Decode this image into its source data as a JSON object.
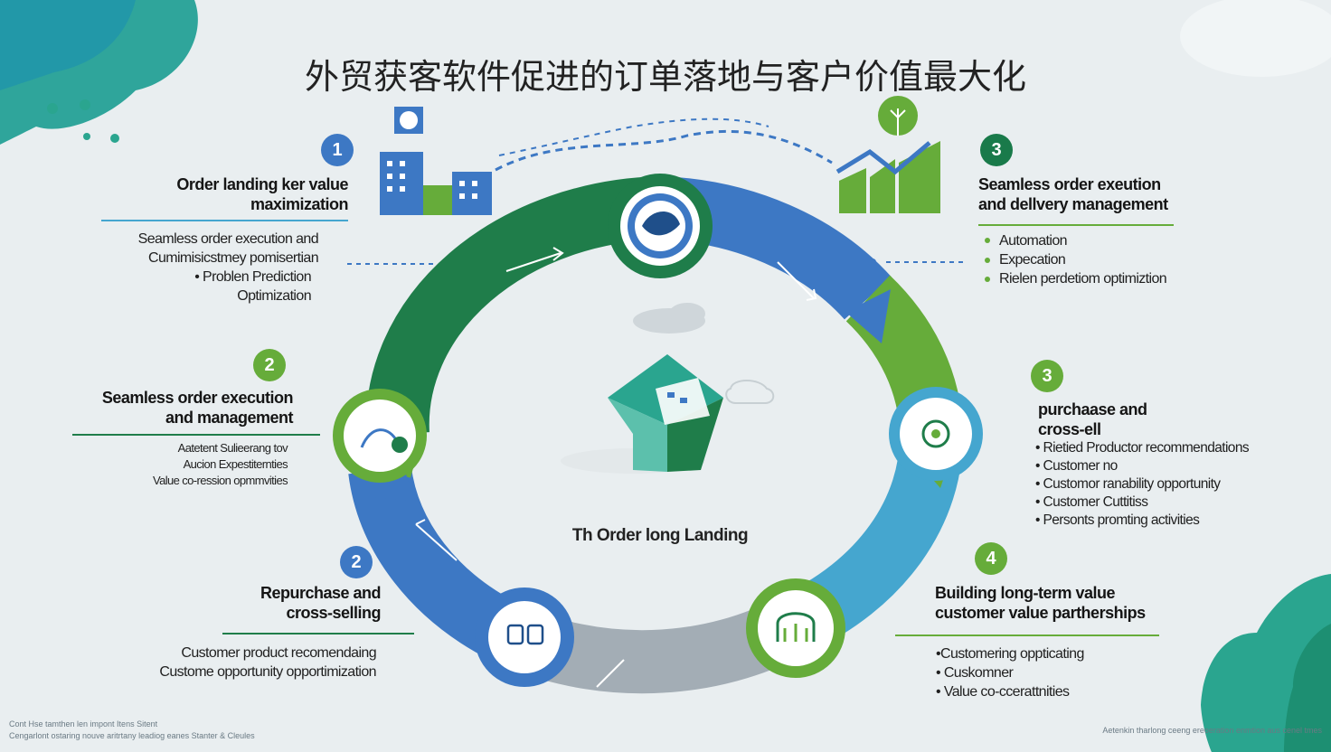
{
  "title": "外贸获客软件促进的订单落地与客户价值最大化",
  "center_label": "Th Order long Landing",
  "colors": {
    "blue": "#3d78c4",
    "green": "#66ac3a",
    "dark_green": "#197a4a",
    "light_blue": "#45a6cf",
    "gray": "#9ea8b0"
  },
  "sections": {
    "top_left": {
      "number": "1",
      "heading": [
        "Order landing ker value",
        "maximization"
      ],
      "bullets": [
        "Seamless order execution and",
        "Cumimisicstmey pomisertian",
        "• Problen Prediction",
        "Optimization"
      ]
    },
    "mid_left": {
      "number": "2",
      "heading": [
        "Seamless order execution",
        "and management"
      ],
      "bullets": [
        "Aatetent Sulieerang tov",
        "Aucion Expestiternties",
        "Value co-ression opmmvities"
      ]
    },
    "bottom_left": {
      "number": "2",
      "heading": [
        "Repurchase and",
        "cross-selling"
      ],
      "bullets": [
        "Customer product recomendaing",
        "Custome opportunity opportimization"
      ]
    },
    "top_right": {
      "number": "3",
      "heading": [
        "Seamless order exeution",
        "and dellvery management"
      ],
      "bullets": [
        "Automation",
        "Expecation",
        "Rielen perdetiom optimiztion"
      ]
    },
    "mid_right": {
      "number": "3",
      "heading": [
        "purchaase and",
        "cross-ell"
      ],
      "bullets": [
        "• Rietied Productor recommendations",
        "• Customer no",
        "• Customor ranability opportunity",
        "• Customer Cuttitiss",
        "• Personts promting activities"
      ]
    },
    "bottom_right": {
      "number": "4",
      "heading": [
        "Building long-term value",
        "customer value partherships"
      ],
      "bullets": [
        "•Customering oppticating",
        "• Cuskomner",
        "• Value co-ccerattnities"
      ]
    }
  },
  "footer": {
    "left": [
      "Cont  Hse tamthen len impont Itens Sitent",
      "Cengarlont ostaring nouve aritrtany leadiog eanes Stanter & Cleules"
    ],
    "right": "Aetenkin tharlong ceeng ereoeration enmtion aus cenel tmes"
  },
  "icons": [
    "cycle-ring-icon",
    "building-chart-icon",
    "growth-chart-icon",
    "cube-box-icon",
    "cloud-icon",
    "network-node-icon",
    "partnership-hands-icon",
    "hands-shake-icon",
    "bubble-chat-icon"
  ]
}
